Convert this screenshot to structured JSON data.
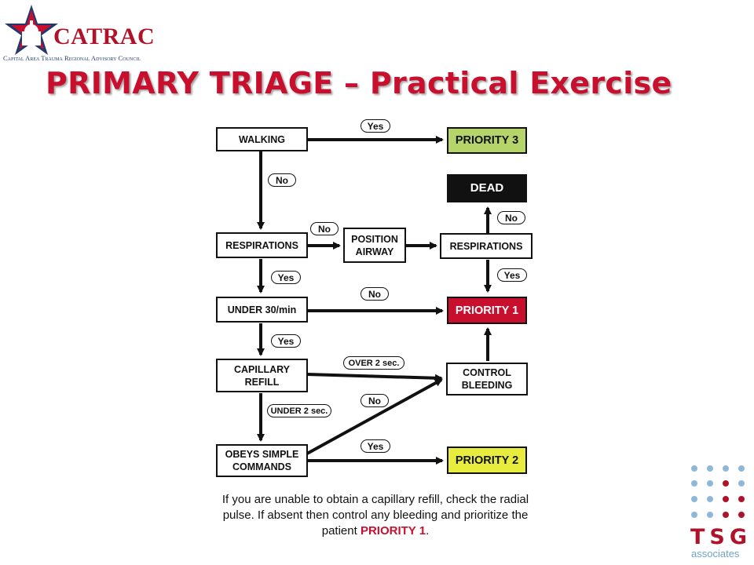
{
  "header": {
    "logo_name": "CATRAC",
    "logo_subtitle": "Capital Area Trauma Regional Advisory Council",
    "title": "PRIMARY TRIAGE – Practical Exercise"
  },
  "flowchart": {
    "nodes": {
      "walking": "WALKING",
      "respirations_left": "RESPIRATIONS",
      "position_airway": "POSITION AIRWAY",
      "respirations_right": "RESPIRATIONS",
      "under30": "UNDER 30/min",
      "capillary": "CAPILLARY REFILL",
      "obeys": "OBEYS SIMPLE COMMANDS",
      "control": "CONTROL BLEEDING",
      "priority3": "PRIORITY 3",
      "dead": "DEAD",
      "priority1": "PRIORITY 1",
      "priority2": "PRIORITY 2"
    },
    "edge_labels": {
      "walking_yes": "Yes",
      "walking_no": "No",
      "resp_no": "No",
      "resp_yes": "Yes",
      "dead_no": "No",
      "right_yes": "Yes",
      "under30_no": "No",
      "under30_yes": "Yes",
      "over2": "OVER 2 sec.",
      "under2": "UNDER 2 sec.",
      "obeys_no": "No",
      "obeys_yes": "Yes"
    },
    "colors": {
      "priority3": "#b5d46a",
      "dead": "#111111",
      "priority1": "#c8102e",
      "priority2": "#e8ec3c"
    }
  },
  "note": {
    "text": "If you are unable to obtain a capillary refill, check the radial pulse. If absent then control any bleeding and prioritize the patient",
    "highlight": "PRIORITY 1",
    "end": "."
  },
  "branding": {
    "tsg_name": "TSG",
    "tsg_subtitle": "associates"
  }
}
